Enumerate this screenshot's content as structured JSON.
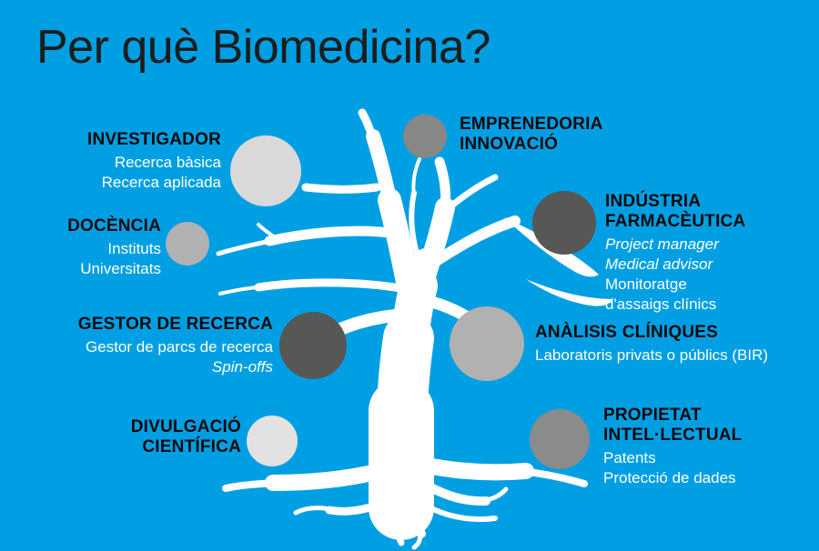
{
  "title": "Per què Biomedicina?",
  "background_color": "#009FE3",
  "tree_color": "#FFFFFF",
  "title_color": "#1D1D1B",
  "careers": [
    {
      "id": "investigador",
      "heading": "INVESTIGADOR",
      "lines": [
        {
          "text": "Recerca bàsica",
          "italic": false
        },
        {
          "text": "Recerca aplicada",
          "italic": false
        }
      ],
      "circle_color": "#D9D9D9"
    },
    {
      "id": "docencia",
      "heading": "DOCÈNCIA",
      "lines": [
        {
          "text": "Instituts",
          "italic": false
        },
        {
          "text": "Universitats",
          "italic": false
        }
      ],
      "circle_color": "#B1B1B1"
    },
    {
      "id": "gestor-de-recerca",
      "heading": "GESTOR DE RECERCA",
      "lines": [
        {
          "text": "Gestor de parcs de recerca",
          "italic": false
        },
        {
          "text": "Spin-offs",
          "italic": true
        }
      ],
      "circle_color": "#575756"
    },
    {
      "id": "divulgacio-cientifica",
      "heading": "DIVULGACIÓ\nCIENTÍFICA",
      "lines": [],
      "circle_color": "#E2E2E2"
    },
    {
      "id": "emprenedoria-innovacio",
      "heading": "EMPRENEDORIA\nINNOVACIÓ",
      "lines": [],
      "circle_color": "#878787"
    },
    {
      "id": "industria-farmaceutica",
      "heading": "INDÚSTRIA\nFARMACÈUTICA",
      "lines": [
        {
          "text": "Project manager",
          "italic": true
        },
        {
          "text": "Medical advisor",
          "italic": true
        },
        {
          "text": "Monitoratge",
          "italic": false
        },
        {
          "text": "d'assaigs clínics",
          "italic": false
        }
      ],
      "circle_color": "#575756"
    },
    {
      "id": "analisis-cliniques",
      "heading": "ANÀLISIS CLÍNIQUES",
      "lines": [
        {
          "text": "Laboratoris privats o públics (BIR)",
          "italic": false
        }
      ],
      "circle_color": "#B1B1B1"
    },
    {
      "id": "propietat-intellectual",
      "heading": "PROPIETAT\nINTEL·LECTUAL",
      "lines": [
        {
          "text": "Patents",
          "italic": false
        },
        {
          "text": "Protecció de dades",
          "italic": false
        }
      ],
      "circle_color": "#8B8B8B"
    }
  ]
}
